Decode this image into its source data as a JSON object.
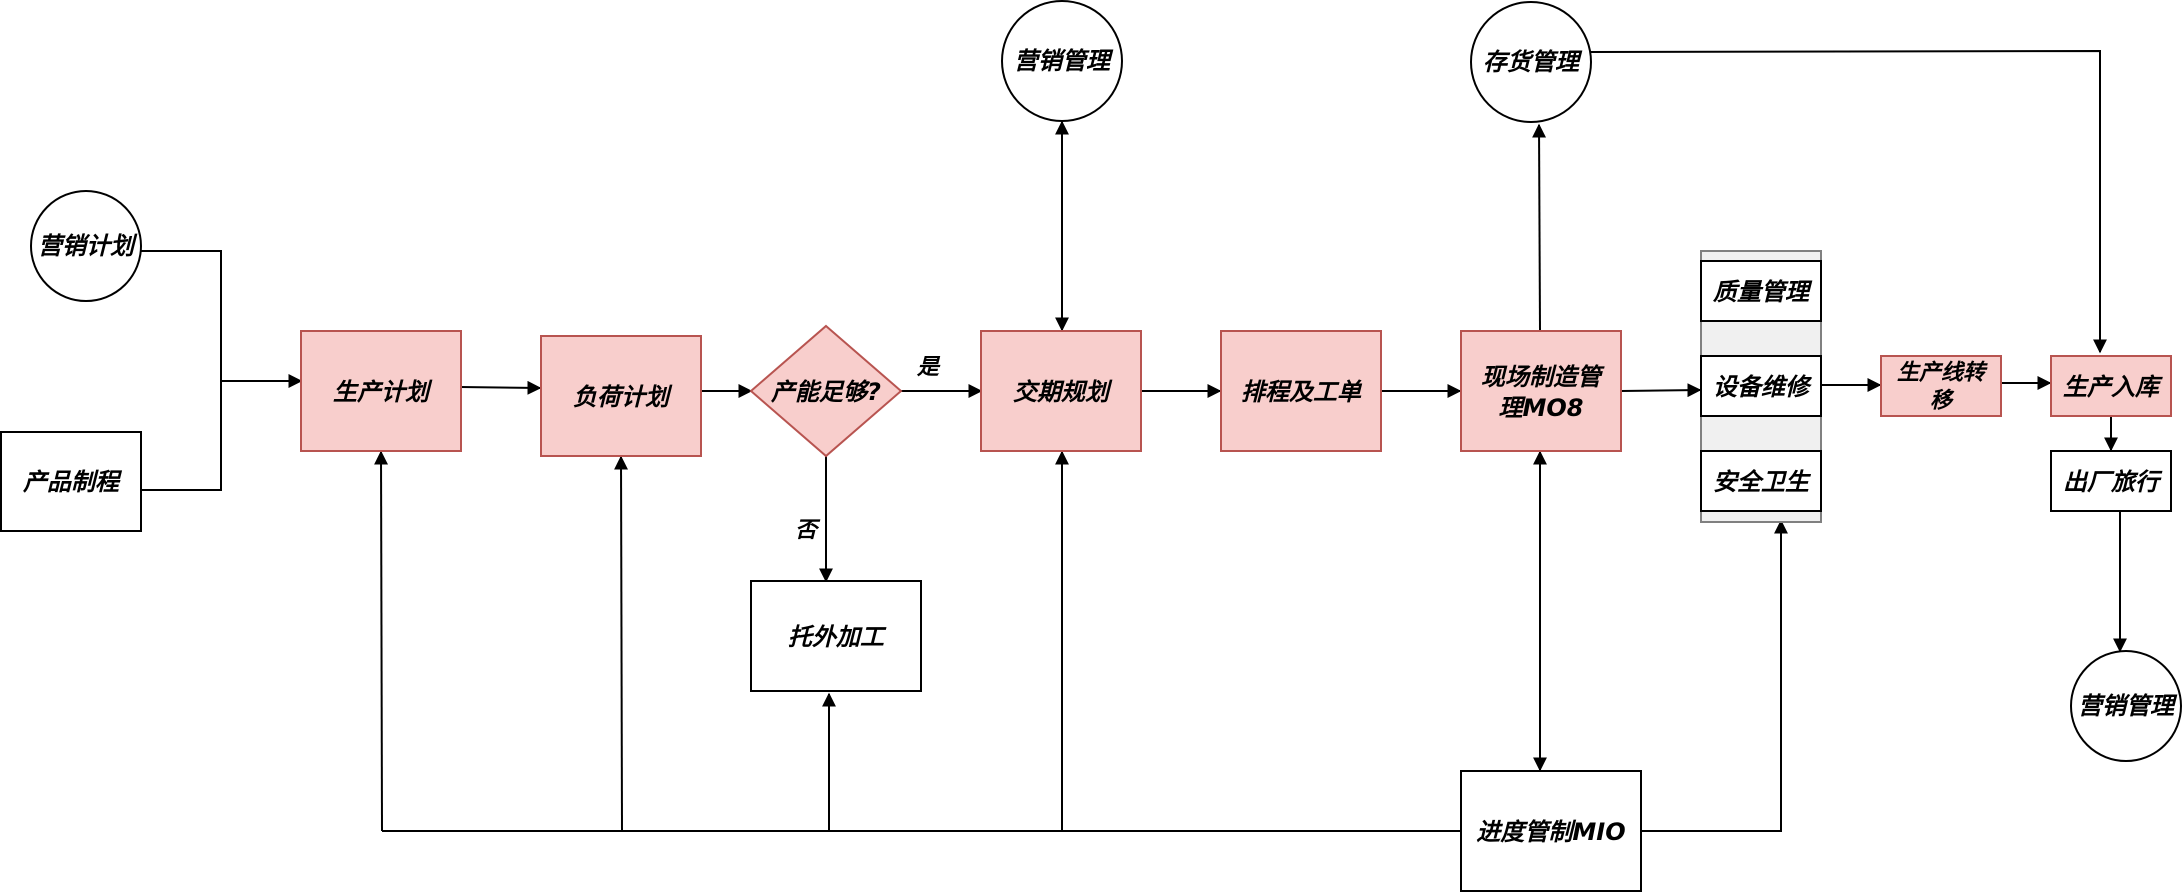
{
  "colors": {
    "process_fill": "#f8cecc",
    "process_stroke": "#b85450",
    "plain_fill": "#ffffff",
    "plain_stroke": "#000000",
    "line": "#000000",
    "group_fill": "#f0f0f0",
    "group_stroke": "#808080"
  },
  "nodes": {
    "marketing_plan": "营销计划",
    "product_process": "产品制程",
    "production_plan": "生产计划",
    "load_plan": "负荷计划",
    "capacity_check": "产能足够?",
    "delivery_plan": "交期规划",
    "marketing_mgmt_top": "营销管理",
    "scheduling": "排程及工单",
    "inventory_mgmt": "存货管理",
    "shopfloor_mfg": [
      "现场制造管",
      "理MO8"
    ],
    "outsourcing": "托外加工",
    "progress_control": "进度管制MIO",
    "quality_mgmt": "质量管理",
    "equipment_maint": "设备维修",
    "safety_health": "安全卫生",
    "line_transfer": [
      "生产线转",
      "移"
    ],
    "warehousing": "生产入库",
    "factory_exit": "出厂旅行",
    "marketing_mgmt_bottom": "营销管理"
  },
  "edge_labels": {
    "yes": "是",
    "no": "否"
  }
}
